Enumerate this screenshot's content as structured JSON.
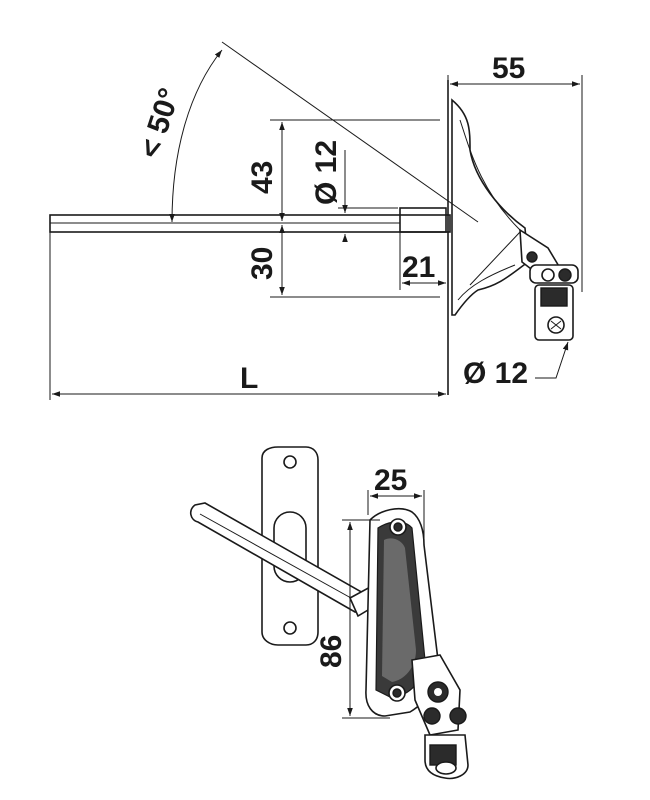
{
  "dimensions": {
    "top_view": {
      "width_55": "55",
      "angle": "< 50°",
      "height_43": "43",
      "dia_12_vertical": "Ø 12",
      "height_30": "30",
      "length_21": "21",
      "dia_12_bottom": "Ø 12",
      "length_L": "L"
    },
    "iso_view": {
      "width_25": "25",
      "height_86": "86"
    }
  },
  "colors": {
    "line": "#1a1a1a",
    "background": "#ffffff",
    "shade": "#2b2b2b"
  }
}
